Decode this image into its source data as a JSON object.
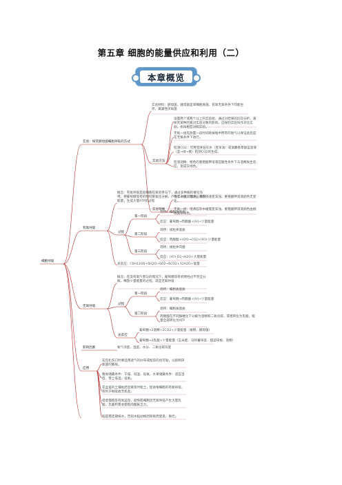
{
  "title": "第五章 细胞的能量供应和利用（二）",
  "banner": "本章概览",
  "root": "细胞呼吸",
  "exp": {
    "label": "实验：探究酵母菌细胞呼吸的方式",
    "materials": "实验材料：酵母菌，酵母菌是单细胞真菌，有氧无氧条件下均能生存，属兼性厌氧菌",
    "method": "实验方法",
    "m1": "设置两个或两个以上的实验组，通过对结果的比较分析，来探究某种因素对实验对象的影响，这样的实验叫作对比实验，也叫相互对照实验。",
    "m2": "无氧一组先放置一段时间耗掉瓶中原有的氧气以保证此后是在无氧条件下进行。",
    "m3": "检测CO2：可用澄清石灰水（变浑浊）或溴麝香草酚蓝溶液（蓝→绿→黄）检测CO2的生成。",
    "m4": "检测酒精：橙色的重铬酸钾溶液在酸性条件下与酒精发生反应，变成灰绿色。",
    "obs": "实验现象",
    "o1": "有氧一组：澄清石灰水快速变浑浊，重铬酸钾溶液颜色无变化。",
    "o2": "无氧一组：澄清石灰水缓慢变浑浊，重铬酸钾溶液颜色由橙色变灰绿色。"
  },
  "aer": {
    "label": "有氧呼吸",
    "concept": "概念：有氧呼吸是指细胞在氧的参与下，通过多种酶的催化作用，把葡萄糖等有机物彻底氧化分解，产生二氧化碳和水，释放能量，生成大量ATP的过程",
    "process": "过程",
    "s1": "第一阶段",
    "s1a": "场所：细胞质基质",
    "s1b": "反应：葡萄糖→丙酮酸+[H]+少量能量",
    "s2": "第二阶段",
    "s2a": "场所：线粒体基质",
    "s2b": "反应：丙酮酸+H2O→CO2+[H]+少量能量",
    "s3": "第三阶段",
    "s3a": "场所：线粒体内膜",
    "s3b": "反应：[H]+O2→H2O+大量能量",
    "total": "总反应：C6H12O6+6H2O+6O2→6CO2+12H2O+能量"
  },
  "ana": {
    "label": "无氧呼吸",
    "concept": "概念：在没有氧气参与的情况下，葡萄糖等有机物经过不完全分解，释放少量能量的过程，就是无氧呼吸",
    "process": "过程",
    "s1": "第一阶段",
    "s1a": "场所：细胞质基质",
    "s1b": "反应：葡萄糖→丙酮酸+[H]+少量能量",
    "s2": "第二阶段",
    "s2a": "场所：细胞质基质",
    "s2b": "丙酮酸在不同酶催化下分解为酒精和二氧化碳，或者转化为乳酸，能量全部转化为ATP",
    "total": "总反应",
    "t1": "葡萄糖→2酒精+2CO2+少量能量（植物、酵母菌）",
    "t2": "葡萄糖→2乳酸+少量能量（玉米胚、马铃薯块茎、甜菜块根、动物）"
  },
  "factors": {
    "label": "影响因素",
    "text": "氧气浓度、温度、水分、二氧化碳浓度"
  },
  "app": {
    "label": "应用",
    "a1": "在包扎伤口时要选用透气的纱布或松软的创可贴，以抑制厌氧菌的繁殖。",
    "a2": "粮食储藏条件：干燥、低温、低氧，水果储藏条件：适宜湿度、零上低温、低氧。",
    "a3": "花盆里的土壤板结后要及时松土，促进根细胞的有氧呼吸，有利于根吸收无机盐。",
    "a4": "提倡慢跑等有氧运动，避免肌细胞因无氧呼吸产生大量乳酸，乳酸积累会使肌肉酸胀乏力。",
    "a5": "稻田需定期排水，否则水稻幼根因缺氧而变黑、腐烂。"
  },
  "colors": {
    "accent": "#5f96c8",
    "line": "#b52b2b",
    "text": "#333333"
  }
}
